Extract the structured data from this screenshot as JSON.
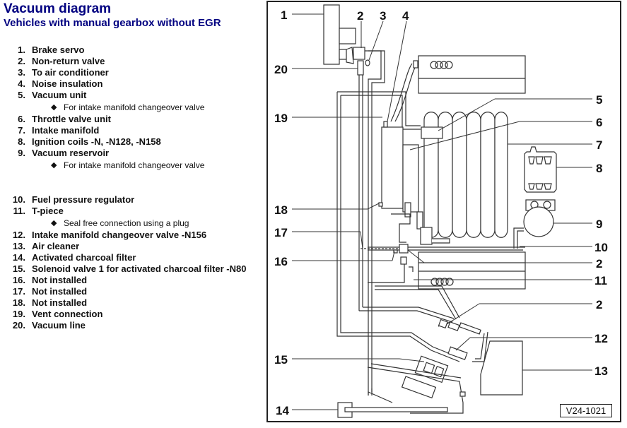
{
  "header": {
    "title": "Vacuum diagram",
    "subtitle": "Vehicles with manual gearbox without EGR"
  },
  "legend": {
    "items": [
      {
        "num": "1.",
        "label": "Brake servo"
      },
      {
        "num": "2.",
        "label": "Non-return valve"
      },
      {
        "num": "3.",
        "label": "To air conditioner"
      },
      {
        "num": "4.",
        "label": "Noise insulation"
      },
      {
        "num": "5.",
        "label": "Vacuum unit",
        "note": "For intake manifold changeover valve"
      },
      {
        "num": "6.",
        "label": "Throttle valve unit"
      },
      {
        "num": "7.",
        "label": "Intake manifold"
      },
      {
        "num": "8.",
        "label": "Ignition coils -N, -N128, -N158"
      },
      {
        "num": "9.",
        "label": "Vacuum reservoir",
        "note": "For intake manifold changeover valve"
      },
      {
        "num": "10.",
        "label": "Fuel pressure regulator"
      },
      {
        "num": "11.",
        "label": "T-piece",
        "note": "Seal free connection using a plug"
      },
      {
        "num": "12.",
        "label": "Intake manifold changeover valve -N156"
      },
      {
        "num": "13.",
        "label": "Air cleaner"
      },
      {
        "num": "14.",
        "label": "Activated charcoal filter"
      },
      {
        "num": "15.",
        "label": "Solenoid valve 1 for activated charcoal filter -N80"
      },
      {
        "num": "16.",
        "label": "Not installed"
      },
      {
        "num": "17.",
        "label": "Not installed"
      },
      {
        "num": "18.",
        "label": "Not installed"
      },
      {
        "num": "19.",
        "label": "Vent connection"
      },
      {
        "num": "20.",
        "label": "Vacuum line"
      }
    ],
    "bullet_icon": "diamond-bullet"
  },
  "diagram": {
    "reference_code": "V24-1021",
    "callouts": {
      "c1": "1",
      "c2a": "2",
      "c3": "3",
      "c4": "4",
      "c20": "20",
      "c19": "19",
      "c18": "18",
      "c17": "17",
      "c16": "16",
      "c15": "15",
      "c14": "14",
      "c5": "5",
      "c6": "6",
      "c7": "7",
      "c8": "8",
      "c9": "9",
      "c10": "10",
      "c2b": "2",
      "c11": "11",
      "c2c": "2",
      "c12": "12",
      "c13": "13"
    }
  }
}
